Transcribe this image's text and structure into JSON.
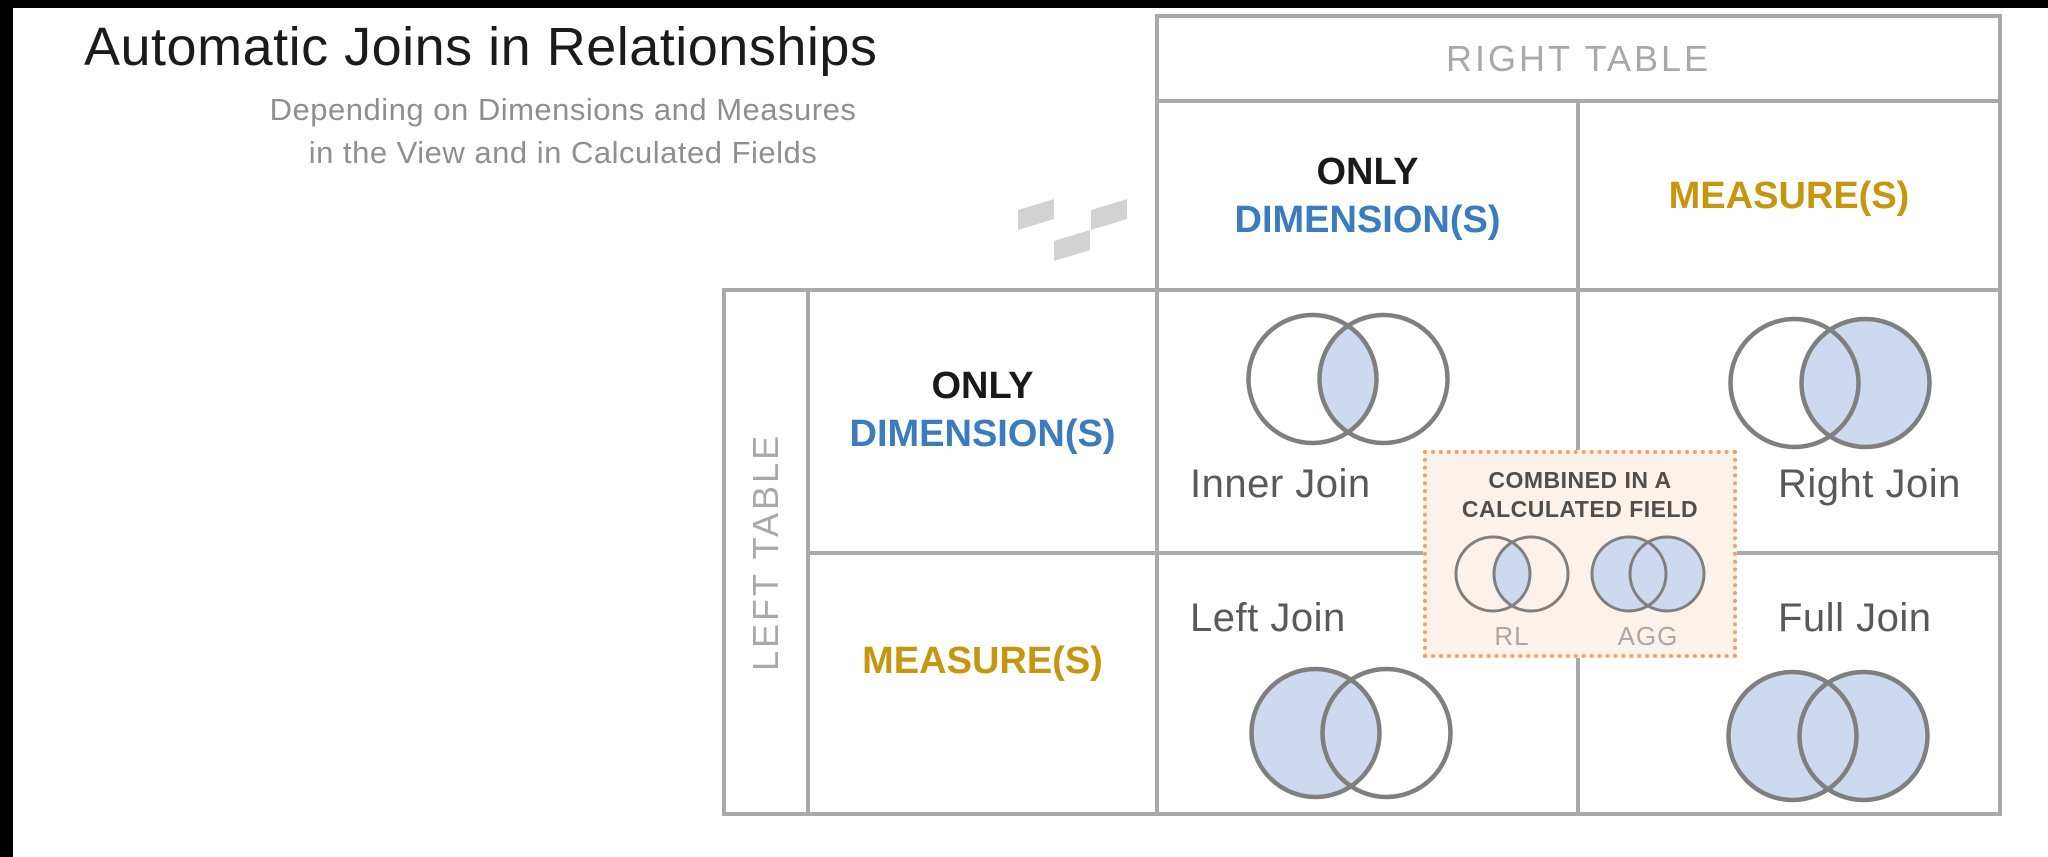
{
  "colors": {
    "frame": "#000000",
    "grid_line": "#a9a9a9",
    "circle_stroke": "#7f7f7f",
    "venn_fill_blue": "#cdd9ee",
    "title_text": "#1b1b1b",
    "subtitle_text": "#8f8f8f",
    "table_axis_text": "#a9a9a9",
    "only_text": "#1a1a1a",
    "dimension_blue": "#3a7cbe",
    "measure_gold": "#c6960f",
    "join_label_text": "#595959",
    "callout_bg": "#fdf2ea",
    "callout_border": "#f0a169",
    "callout_title_text": "#4f4f4f",
    "callout_item_label_text": "#a8a8a8",
    "logo_gray": "#d2d2d2"
  },
  "title": {
    "text": "Automatic Joins in Relationships",
    "subtitle_line1": "Depending on Dimensions and Measures",
    "subtitle_line2": "in the View and in Calculated Fields"
  },
  "matrix": {
    "right_table_label": "RIGHT TABLE",
    "left_table_label": "LEFT TABLE",
    "column_headers": [
      {
        "lines": [
          "ONLY",
          "DIMENSION(S)"
        ]
      },
      {
        "lines": [
          "MEASURE(S)"
        ]
      }
    ],
    "row_headers": [
      {
        "lines": [
          "ONLY",
          "DIMENSION(S)"
        ]
      },
      {
        "lines": [
          "MEASURE(S)"
        ]
      }
    ],
    "cells": [
      {
        "label": "Inner Join",
        "venn": "intersection",
        "row": "only-dimensions",
        "col": "only-dimensions"
      },
      {
        "label": "Right Join",
        "venn": "right",
        "row": "only-dimensions",
        "col": "measures"
      },
      {
        "label": "Left Join",
        "venn": "left",
        "row": "measures",
        "col": "only-dimensions"
      },
      {
        "label": "Full Join",
        "venn": "both",
        "row": "measures",
        "col": "measures"
      }
    ]
  },
  "callout": {
    "title_line1": "COMBINED IN A",
    "title_line2": "CALCULATED FIELD",
    "items": [
      {
        "label": "RL",
        "venn": "intersection"
      },
      {
        "label": "AGG",
        "venn": "both"
      }
    ]
  }
}
